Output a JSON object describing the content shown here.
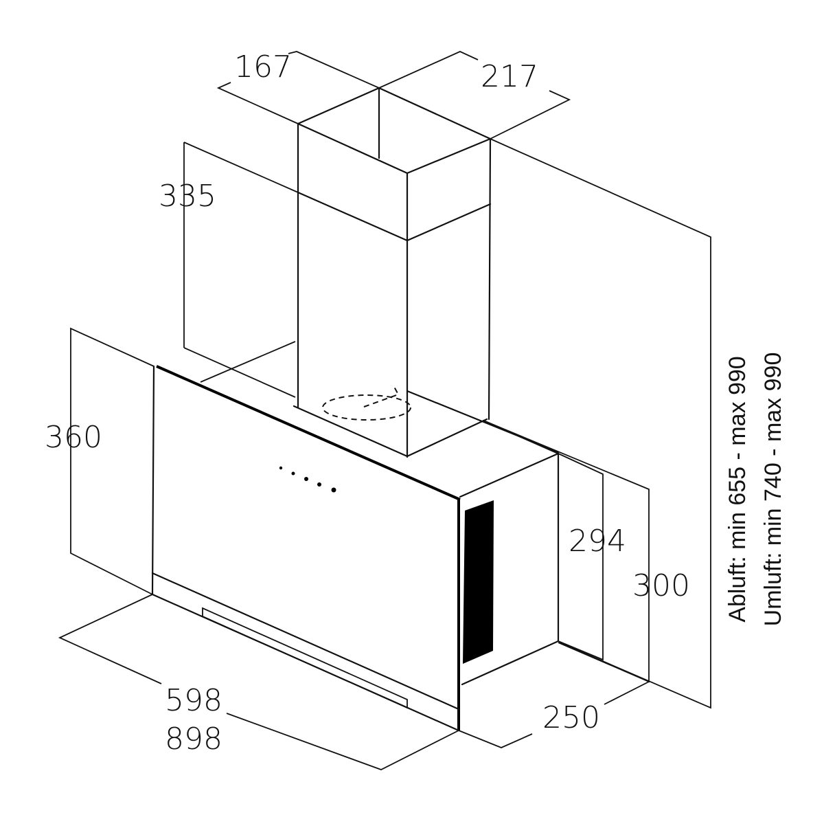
{
  "dimensions": {
    "chimney_depth": "167",
    "chimney_width": "217",
    "chimney_upper_height": "335",
    "glass_height": "360",
    "body_height": "294",
    "total_body_height": "300",
    "body_depth": "250",
    "width_small": "598",
    "width_large": "898"
  },
  "height_ranges": {
    "abluft": "Abluft: min 655 - max 990",
    "umluft": "Umluft: min 740 - max 990"
  },
  "colors": {
    "line": "#111111",
    "vent": "#000000",
    "background": "#ffffff"
  }
}
